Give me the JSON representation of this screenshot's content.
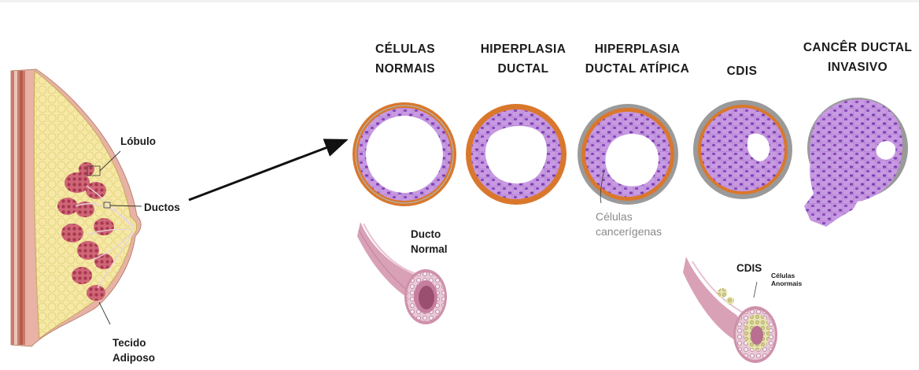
{
  "breast": {
    "lobule_label": "Lóbulo",
    "ducts_label": "Ductos",
    "fat_label_line1": "Tecido",
    "fat_label_line2": "Adiposo"
  },
  "stages": [
    {
      "line1": "CÉLULAS",
      "line2": "NORMAIS"
    },
    {
      "line1": "HIPERPLASIA",
      "line2": "DUCTAL"
    },
    {
      "line1": "HIPERPLASIA",
      "line2": "DUCTAL ATÍPICA"
    },
    {
      "line1": "CDIS",
      "line2": ""
    },
    {
      "line1": "CANCÊR DUCTAL",
      "line2": "INVASIVO"
    }
  ],
  "normal_duct": {
    "line1": "Ducto",
    "line2": "Normal"
  },
  "cancer_cells": {
    "line1": "Células",
    "line2": "cancerígenas"
  },
  "cdis_duct": {
    "label": "CDIS",
    "abnormal_line1": "Células",
    "abnormal_line2": "Anormais"
  },
  "colors": {
    "stroma_orange": "#d9782d",
    "cell_purple": "#c89be0",
    "nucleus_purple": "#7c3fb0",
    "gray_ring": "#9a9a9a",
    "duct_pink": "#d9a1b6",
    "breast_yellow": "#f5e7a2",
    "lobule_red": "#c9586a"
  }
}
